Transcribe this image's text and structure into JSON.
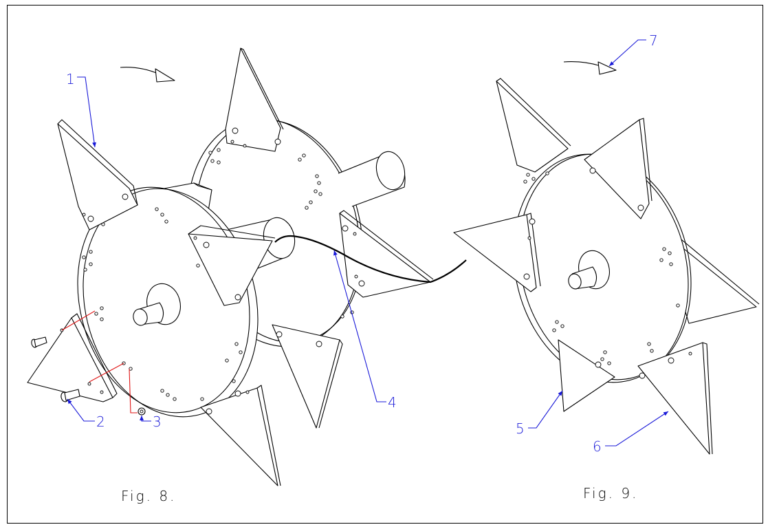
{
  "labels": {
    "l1": "1",
    "l2": "2",
    "l3": "3",
    "l4": "4",
    "l5": "5",
    "l6": "6",
    "l7": "7"
  },
  "captions": {
    "fig8": "Fig. 8.",
    "fig9": "Fig. 9."
  },
  "colors": {
    "line": "#000000",
    "leader": "#1a1ad8",
    "assembly_line": "#e01515"
  }
}
